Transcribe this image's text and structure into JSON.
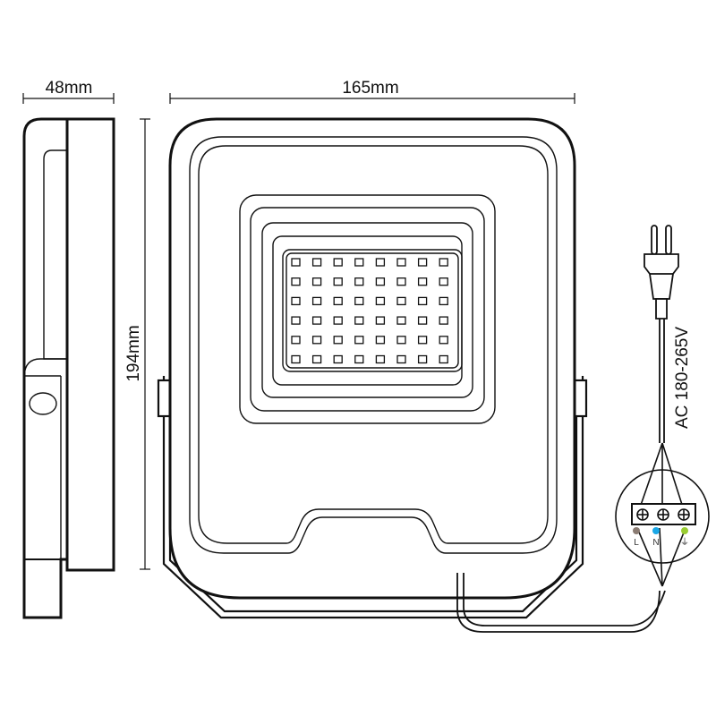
{
  "dimensions": {
    "depth": "48mm",
    "width": "165mm",
    "height": "194mm"
  },
  "power": {
    "voltage_label": "AC 180-265V",
    "terminals": [
      {
        "label": "L",
        "color": "#8a7b72"
      },
      {
        "label": "N",
        "color": "#1aa7e6"
      },
      {
        "label": "⏚",
        "color": "#9acd32"
      }
    ]
  },
  "led_grid": {
    "columns": 8,
    "rows": 6
  },
  "icons": [
    "plug-icon",
    "terminal-screw-icon",
    "ground-symbol-icon"
  ]
}
